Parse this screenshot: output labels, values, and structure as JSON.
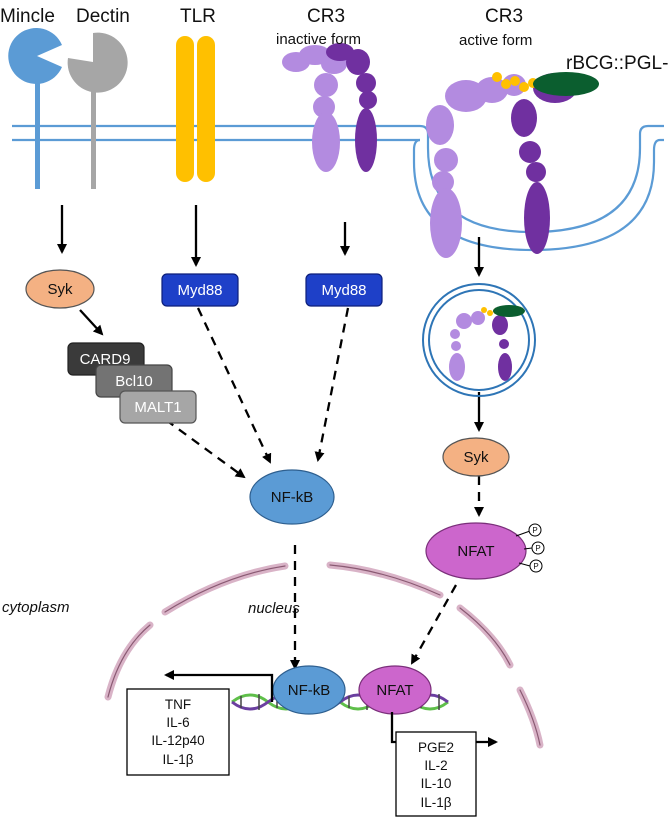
{
  "receptors": {
    "mincle": "Mincle",
    "dectin": "Dectin",
    "tlr": "TLR",
    "cr3_inactive_title": "CR3",
    "cr3_inactive_sub": "inactive form",
    "cr3_active_title": "CR3",
    "cr3_active_sub": "active form",
    "ligand": "rBCG::PGL-I"
  },
  "nodes": {
    "syk_left": "Syk",
    "myd88_1": "Myd88",
    "myd88_2": "Myd88",
    "card9": "CARD9",
    "bcl10": "Bcl10",
    "malt1": "MALT1",
    "nfkb": "NF-kB",
    "syk_right": "Syk",
    "nfat": "NFAT",
    "phospho": "P",
    "nfkb_dna": "NF-kB",
    "nfat_dna": "NFAT"
  },
  "compartments": {
    "cytoplasm": "cytoplasm",
    "nucleus": "nucleus"
  },
  "outputs_left": [
    "TNF",
    "IL-6",
    "IL-12p40",
    "IL-1β"
  ],
  "outputs_right": [
    "PGE2",
    "IL-2",
    "IL-10",
    "IL-1β"
  ],
  "colors": {
    "membrane": "#5b9bd5",
    "mincle": "#5b9bd5",
    "dectin": "#a6a6a6",
    "tlr": "#ffc000",
    "cr3_light": "#b38be0",
    "cr3_dark": "#7030a0",
    "syk": "#f4b183",
    "myd88": "#1e40c8",
    "nfkb": "#5b9bd5",
    "nfat": "#cc66cc",
    "ligand_green": "#0b5e2f",
    "sugar_yellow": "#ffc000",
    "nucleus_membrane": "#d9b3c7",
    "card9": "#3a3a3a",
    "bcl10": "#737373",
    "malt1": "#a6a6a6"
  }
}
